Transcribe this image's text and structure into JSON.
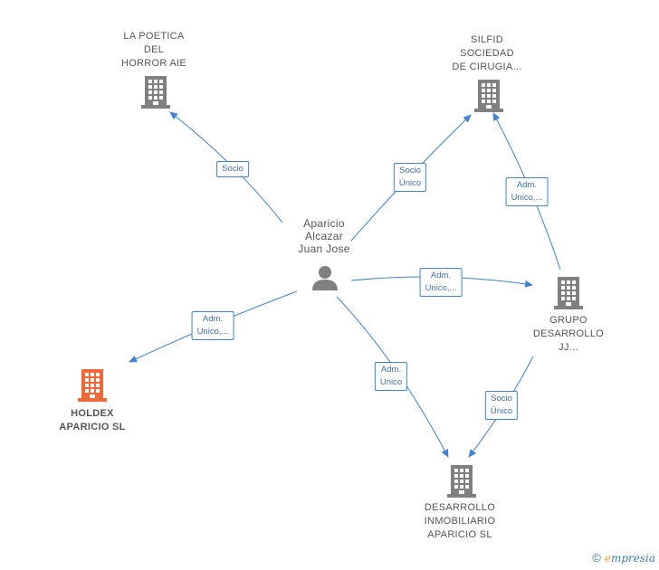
{
  "nodes": {
    "la_poetica": {
      "lines": [
        "LA POETICA",
        "DEL",
        "HORROR AIE"
      ]
    },
    "silfid": {
      "lines": [
        "SILFID",
        "SOCIEDAD",
        "DE CIRUGIA..."
      ]
    },
    "person": {
      "lines": [
        "Aparicio",
        "Alcazar",
        "Juan Jose"
      ]
    },
    "grupo": {
      "lines": [
        "GRUPO",
        "DESARROLLO",
        "JJ..."
      ]
    },
    "holdex": {
      "lines": [
        "HOLDEX",
        "APARICIO  SL"
      ]
    },
    "desarrollo": {
      "lines": [
        "DESARROLLO",
        "INMOBILIARIO",
        "APARICIO  SL"
      ]
    }
  },
  "edges": {
    "person_poetica": {
      "lines": [
        "Socio"
      ]
    },
    "person_silfid": {
      "lines": [
        "Socio",
        "Único"
      ]
    },
    "grupo_silfid": {
      "lines": [
        "Adm.",
        "Unico,..."
      ]
    },
    "person_grupo": {
      "lines": [
        "Adm.",
        "Unico,..."
      ]
    },
    "person_holdex": {
      "lines": [
        "Adm.",
        "Unico,..."
      ]
    },
    "person_desarrollo": {
      "lines": [
        "Adm.",
        "Unico"
      ]
    },
    "grupo_desarrollo": {
      "lines": [
        "Socio",
        "Único"
      ]
    }
  },
  "colors": {
    "edge": "#3e83d6",
    "building": "#808080",
    "focus_building": "#f2673a"
  },
  "footer": {
    "copyright": "©",
    "brand_initial": "e",
    "brand_rest": "mpresia"
  }
}
